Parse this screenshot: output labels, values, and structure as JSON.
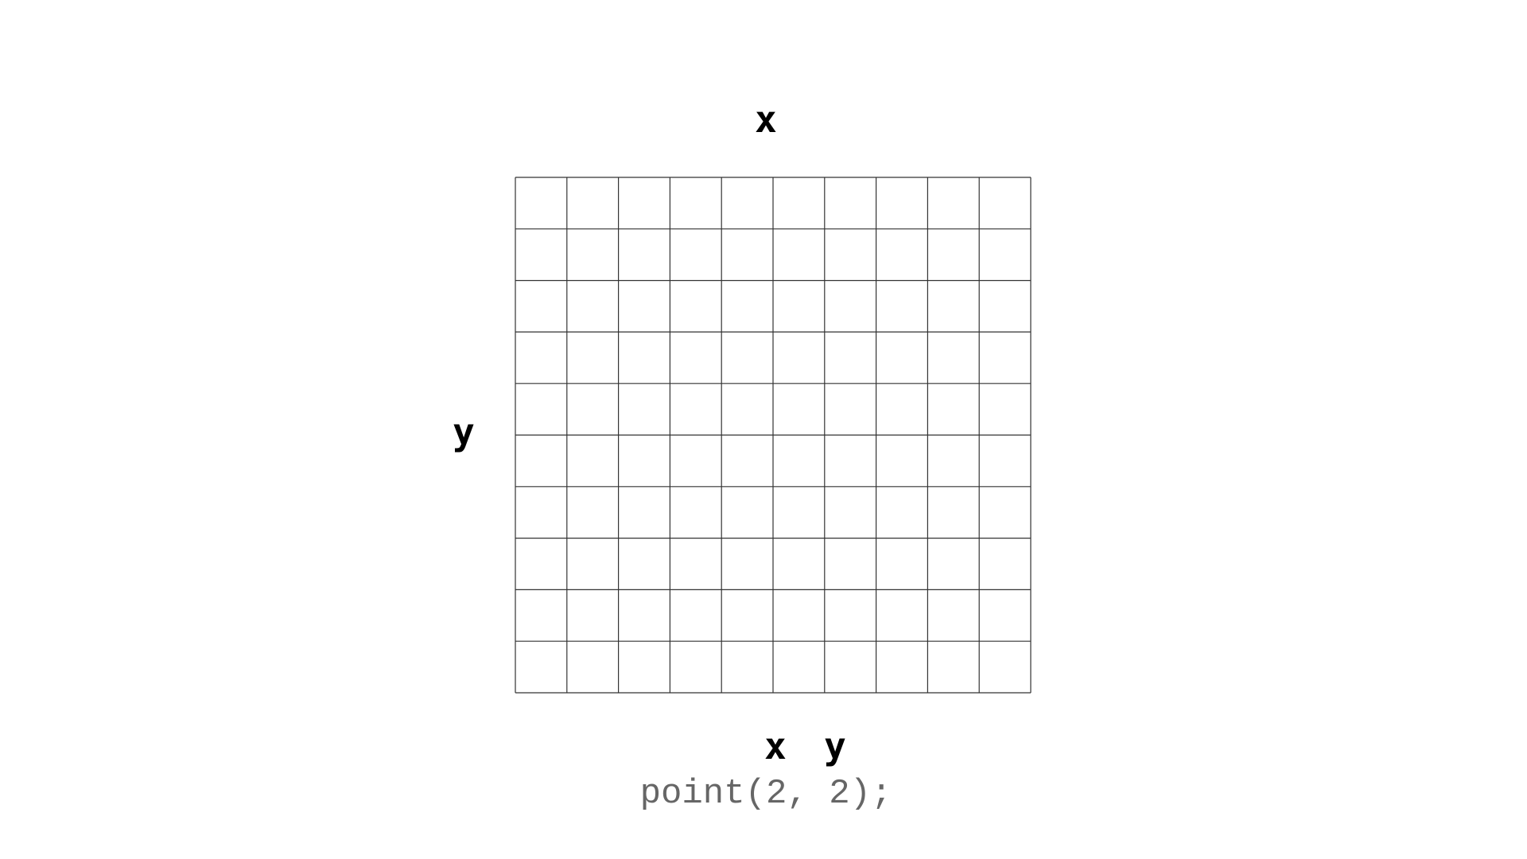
{
  "labels": {
    "x_top": "x",
    "y_left": "y",
    "x_bottom": "x",
    "y_bottom": "y"
  },
  "code": {
    "text": "point(2, 2);"
  },
  "grid": {
    "columns": 10,
    "rows": 10,
    "line_color": "#333333"
  }
}
